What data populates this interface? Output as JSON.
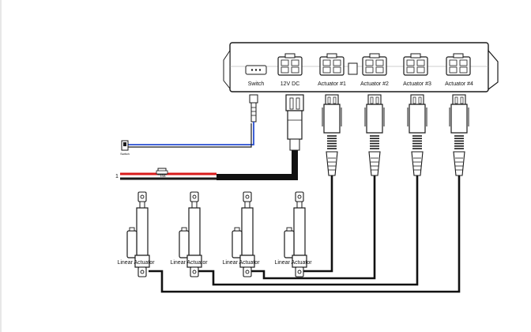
{
  "box": {
    "ports": [
      {
        "id": "switch",
        "label": "Switch"
      },
      {
        "id": "power",
        "label": "12V DC"
      },
      {
        "id": "a1",
        "label": "Actuator #1"
      },
      {
        "id": "a2",
        "label": "Actuator #2"
      },
      {
        "id": "a3",
        "label": "Actuator #3"
      },
      {
        "id": "a4",
        "label": "Actuator #4"
      }
    ]
  },
  "switch_label": "Switch",
  "fuse_label": "10A",
  "wire_marker": "1",
  "actuators": [
    {
      "label": "Linear Actuator"
    },
    {
      "label": "Linear Actuator"
    },
    {
      "label": "Linear Actuator"
    },
    {
      "label": "Linear Actuator"
    }
  ],
  "colors": {
    "outline": "#1a1a1a",
    "signal_blue": "#2a4fd0",
    "power_red": "#d81b1b",
    "cable_black": "#111111"
  }
}
